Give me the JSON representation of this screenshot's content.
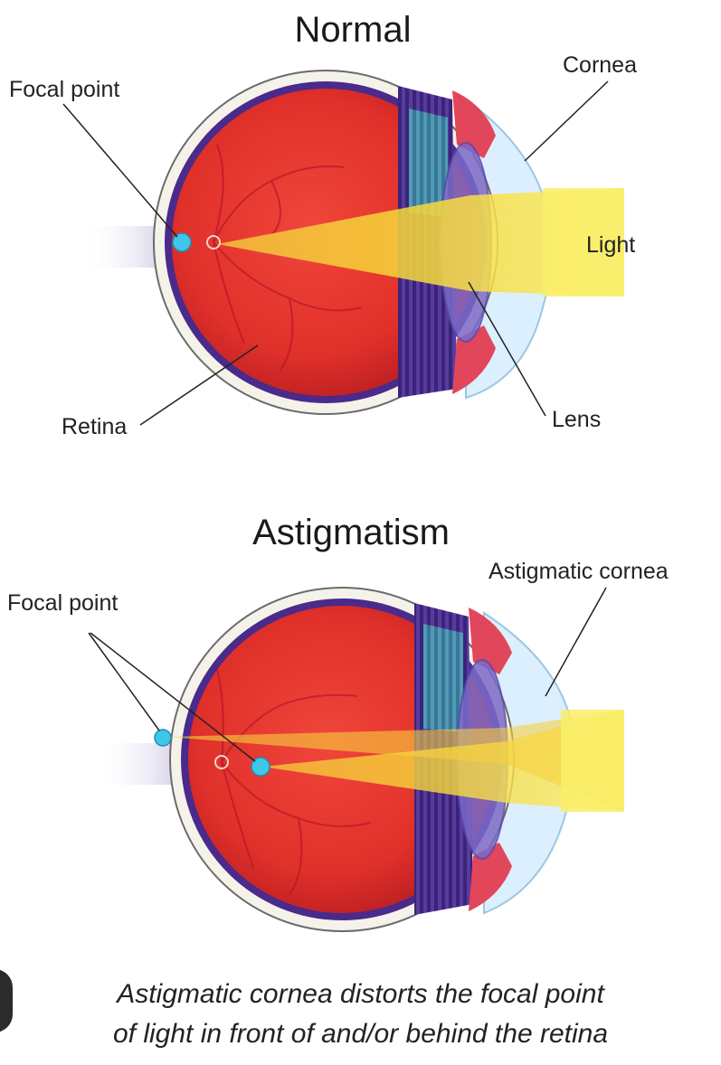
{
  "top_diagram": {
    "title": "Normal",
    "labels": {
      "focal_point": "Focal point",
      "cornea": "Cornea",
      "light": "Light",
      "retina": "Retina",
      "lens": "Lens"
    }
  },
  "bottom_diagram": {
    "title": "Astigmatism",
    "labels": {
      "focal_point": "Focal point",
      "astigmatic_cornea": "Astigmatic cornea"
    }
  },
  "caption": {
    "line1": "Astigmatic cornea distorts the focal point",
    "line2": "of light in front of and/or behind the retina"
  },
  "colors": {
    "eye_red": "#e8322a",
    "sclera_purple": "#4a2a8a",
    "light_yellow": "#f7e53a",
    "focal_cyan": "#3fc6e8",
    "cornea_blue": "#cfe8f5"
  }
}
